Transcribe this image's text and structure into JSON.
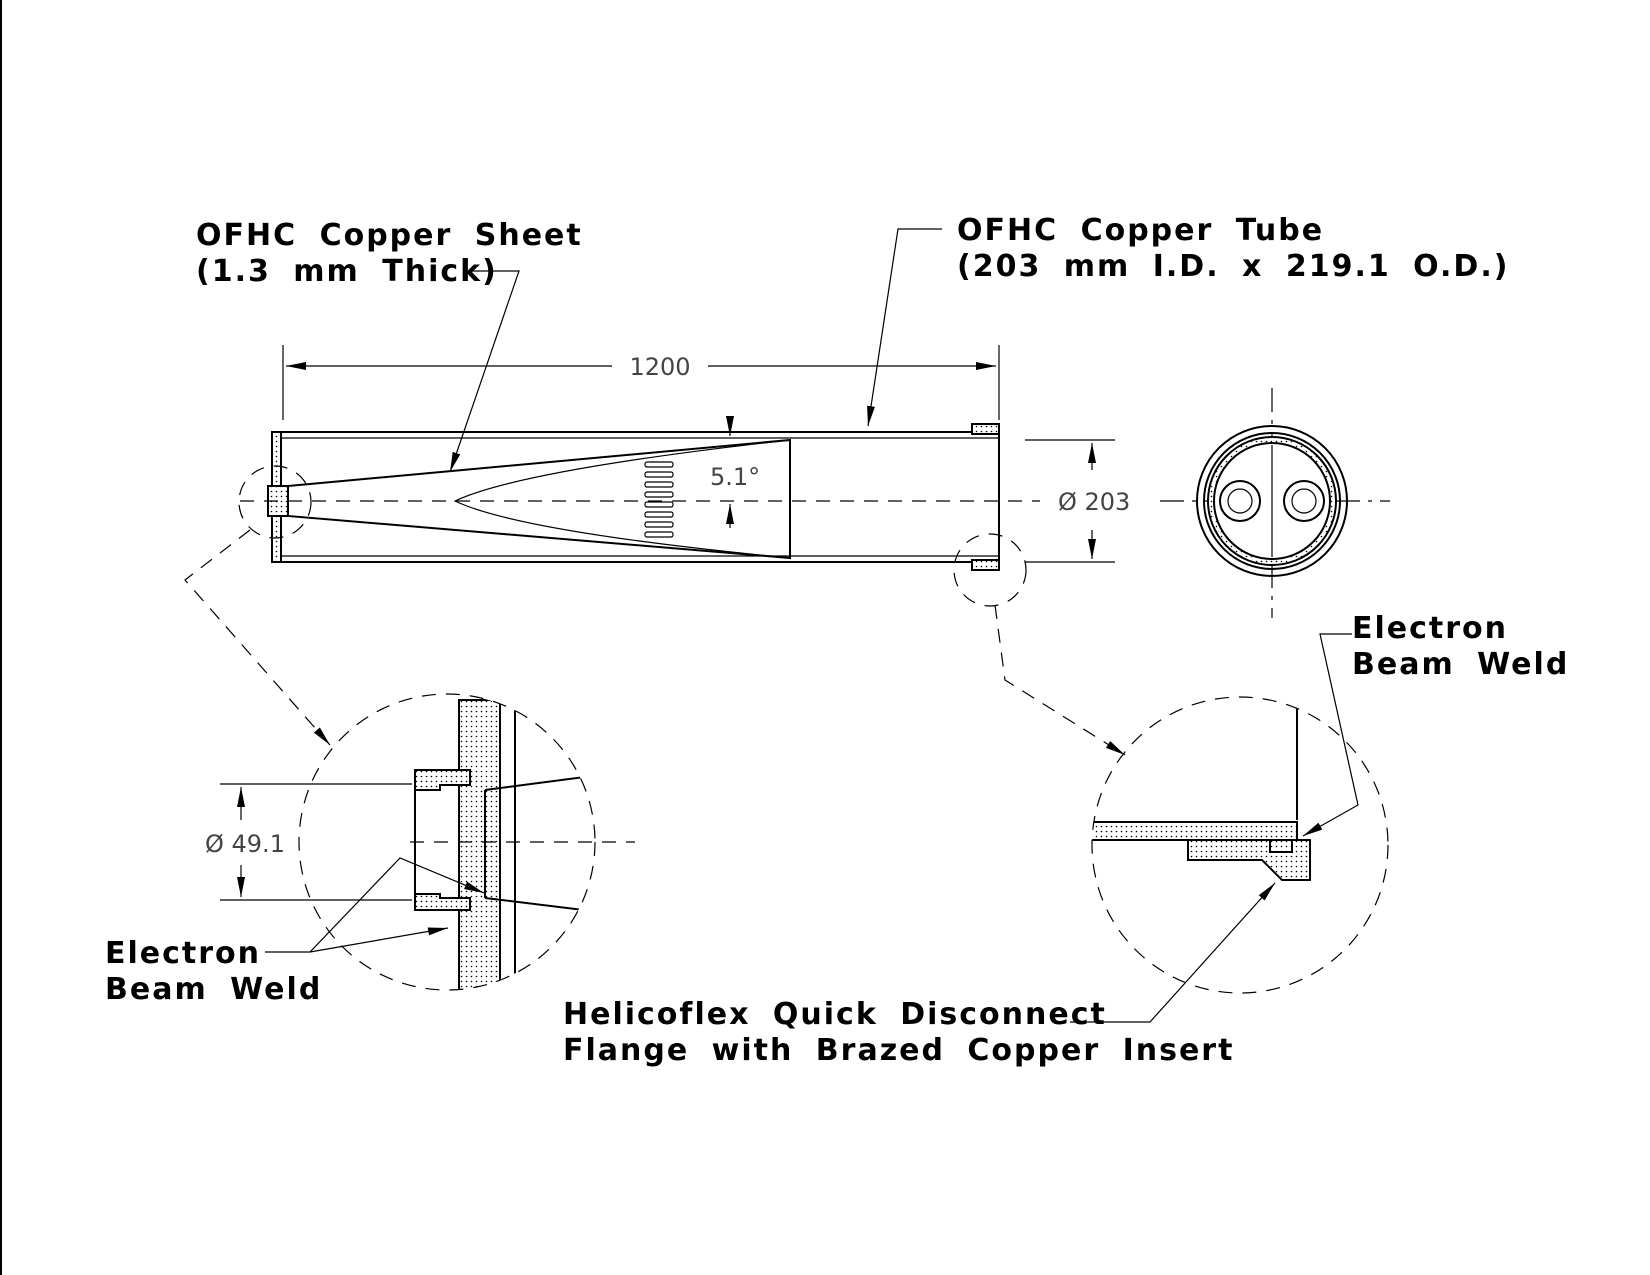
{
  "labels": {
    "copper_sheet_line1": "OFHC Copper Sheet",
    "copper_sheet_line2": "(1.3 mm Thick)",
    "copper_tube_line1": "OFHC Copper Tube",
    "copper_tube_line2": "(203 mm I.D. x 219.1 O.D.)",
    "ebw_right_line1": "Electron",
    "ebw_right_line2": "Beam Weld",
    "ebw_left_line1": "Electron",
    "ebw_left_line2": "Beam Weld",
    "helicoflex_line1": "Helicoflex Quick Disconnect",
    "helicoflex_line2": "Flange with Brazed Copper Insert"
  },
  "dimensions": {
    "length": "1200",
    "angle": "5.1°",
    "tube_diameter": "Ø 203",
    "port_diameter": "Ø 49.1"
  }
}
